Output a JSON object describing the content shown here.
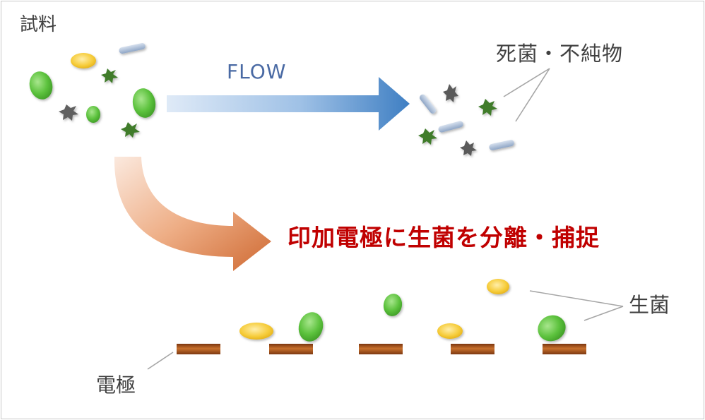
{
  "labels": {
    "sample": "試料",
    "flow": "FLOW",
    "dead_and_impurities": "死菌・不純物",
    "main_caption": "印加電極に生菌を分離・捕捉",
    "live_bacteria": "生菌",
    "electrode": "電極"
  },
  "colors": {
    "caption": "#c00000",
    "flow_arrow": "#4a86c4",
    "capture_arrow": "#d5703a",
    "live_green": "#5cc23d",
    "yellow_particle": "#f3c21f",
    "dead_dark_green": "#3e7a2a",
    "dead_gray": "#6a6a6a",
    "impurity_blue": "#a9bbd6",
    "electrode": "#a3521c"
  }
}
